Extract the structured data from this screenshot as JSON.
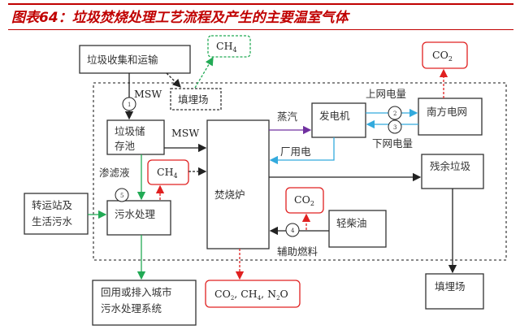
{
  "title": "图表64：垃圾焚烧处理工艺流程及产生的主要温室气体",
  "nodes": {
    "collection": "垃圾收集和运输",
    "ch4_top": "CH",
    "ch4_top_sub": "4",
    "landfill_mid": "填埋场",
    "storage_line1": "垃圾储",
    "storage_line2": "存池",
    "generator": "发电机",
    "grid": "南方电网",
    "co2_top": "CO",
    "co2_top_sub": "2",
    "incinerator": "焚烧炉",
    "ch4_mid": "CH",
    "ch4_mid_sub": "4",
    "transfer_line1": "转运站及",
    "transfer_line2": "生活污水",
    "wastewater": "污水处理",
    "residue": "残余垃圾",
    "co2_mid": "CO",
    "co2_mid_sub": "2",
    "diesel": "轻柴油",
    "reuse_line1": "回用或排入城市",
    "reuse_line2": "污水处理系统",
    "emissions_co2": "CO",
    "emissions_ch4": "CH",
    "emissions_n2o_a": "N",
    "emissions_n2o_b": "O",
    "sub2": "2",
    "sub4": "4",
    "landfill_bottom": "填埋场"
  },
  "labels": {
    "msw1": "MSW",
    "msw2": "MSW",
    "steam": "蒸汽",
    "grid_up": "上网电量",
    "grid_down": "下网电量",
    "plant_power": "厂用电",
    "leachate": "渗滤液",
    "aux_fuel": "辅助燃料"
  },
  "markers": [
    "1",
    "2",
    "3",
    "4",
    "5"
  ],
  "colors": {
    "title": "#c00000",
    "black": "#222222",
    "green": "#22aa55",
    "red": "#e02020",
    "blue": "#33aadd",
    "purple": "#7030a0"
  }
}
